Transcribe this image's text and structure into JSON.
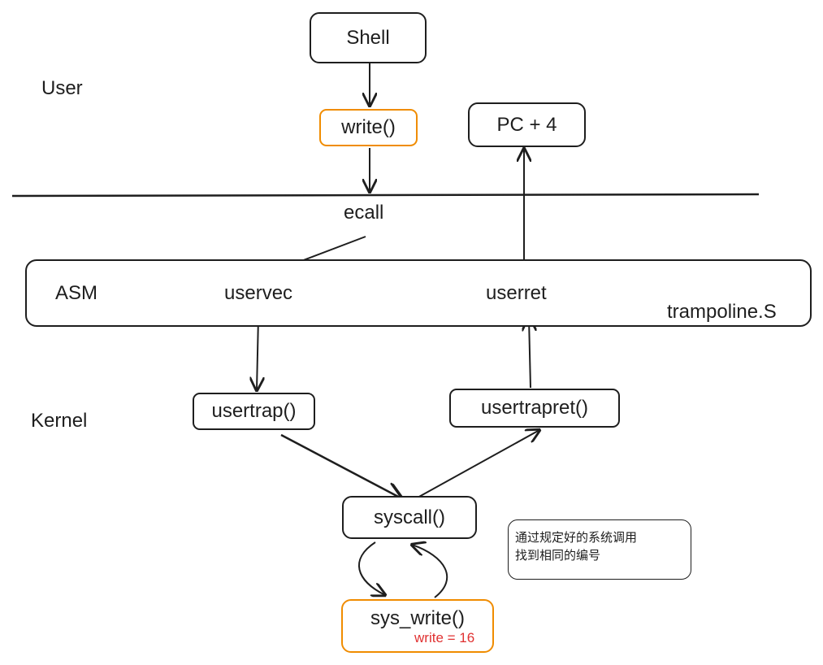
{
  "nodes": {
    "shell": "Shell",
    "write": "write()",
    "pc": "PC + 4",
    "ecall": "ecall",
    "asm": "ASM",
    "uservec": "uservec",
    "userret": "userret",
    "trampoline": "trampoline.S",
    "usertrap": "usertrap()",
    "usertrapret": "usertrapret()",
    "syscall": "syscall()",
    "sys_write": "sys_write()",
    "write_num": "write = 16"
  },
  "zones": {
    "user": "User",
    "kernel": "Kernel"
  },
  "note": {
    "line1": "通过规定好的系统调用",
    "line2": "找到相同的编号"
  },
  "colors": {
    "stroke": "#1e1e1e",
    "highlight": "#f08c00",
    "annotation": "#e03131"
  }
}
